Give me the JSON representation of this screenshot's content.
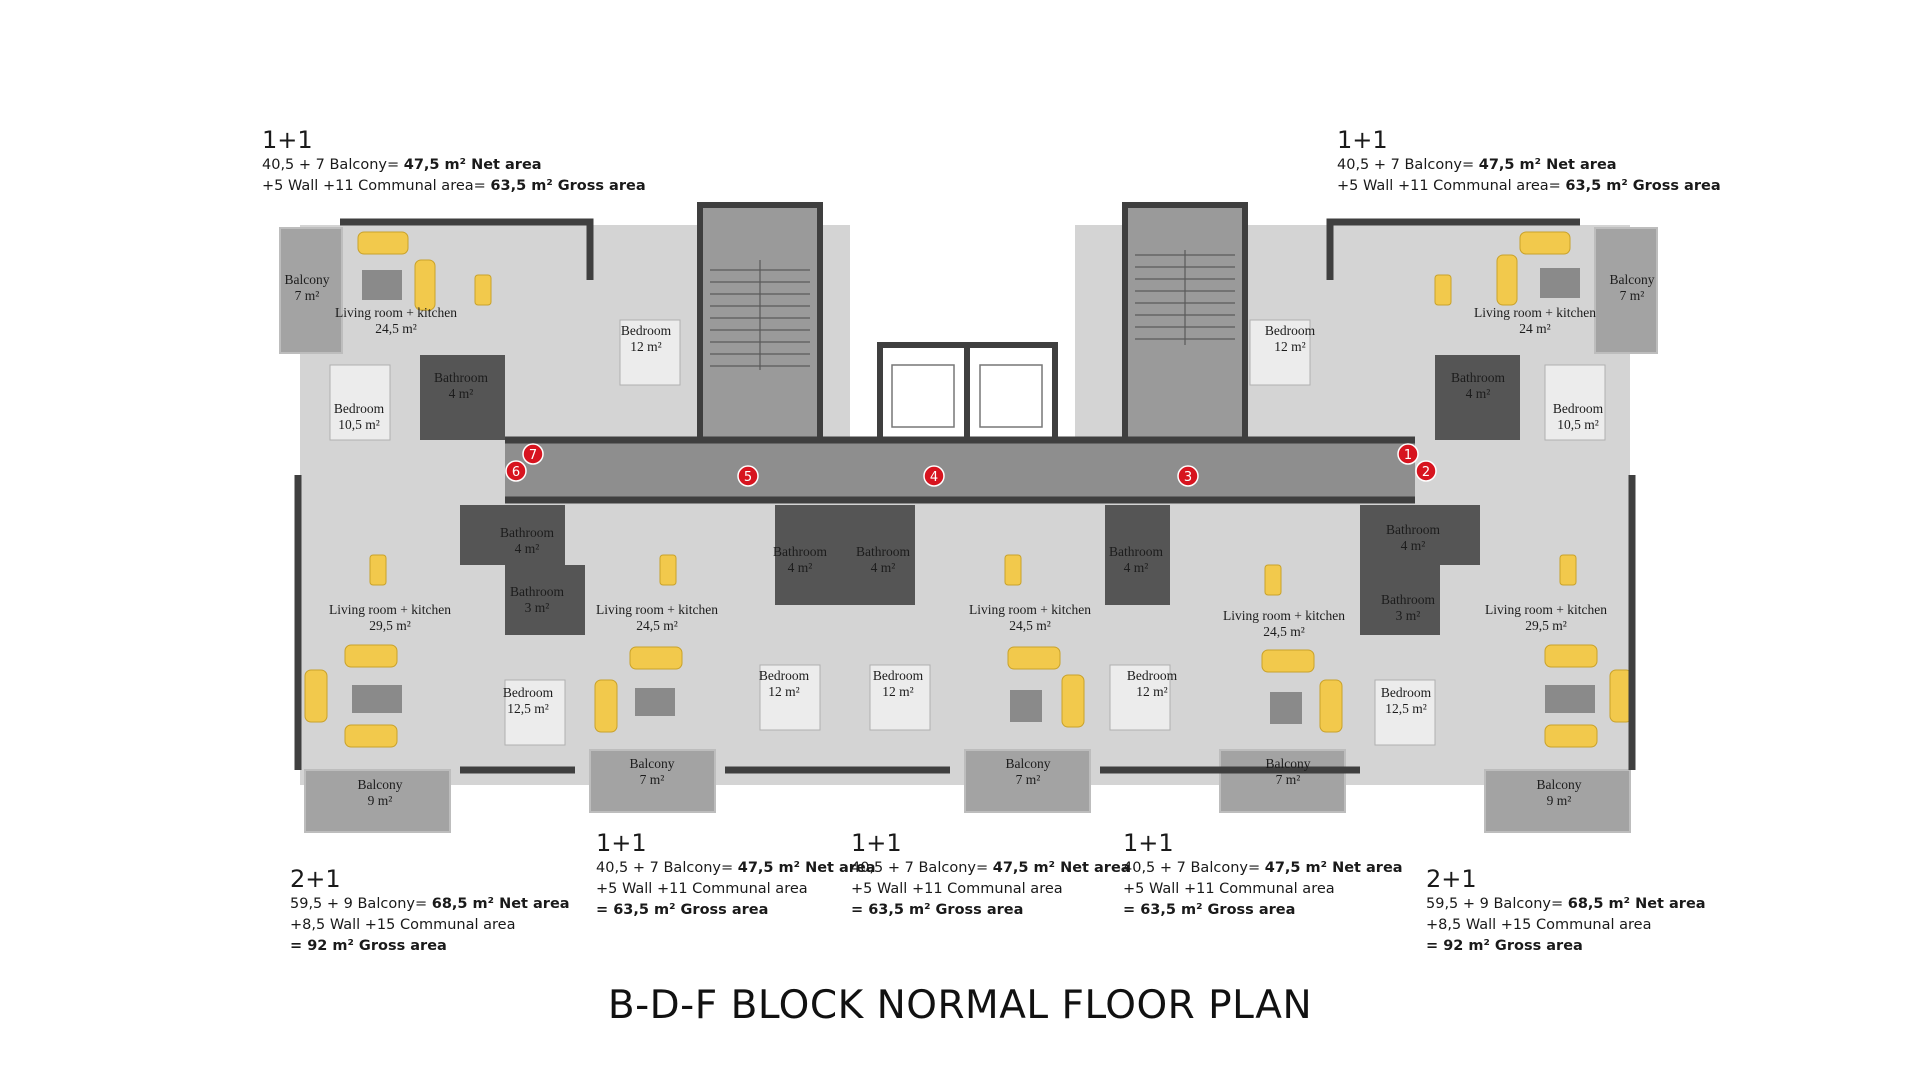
{
  "title": "B-D-F BLOCK NORMAL FLOOR PLAN",
  "colors": {
    "wall": "#3f3f3f",
    "floor": "#d4d4d4",
    "balcony": "#a3a3a3",
    "corridor": "#8e8e8e",
    "furniture": "#f2c94c",
    "marker": "#d7141f"
  },
  "rooms": {
    "tl_balcony": [
      "Balcony",
      "7 m²"
    ],
    "tl_living": [
      "Living room + kitchen",
      "24,5 m²"
    ],
    "tl_bed_a": [
      "Bedroom",
      "12 m²"
    ],
    "tl_bath": [
      "Bathroom",
      "4 m²"
    ],
    "tl_bed_b": [
      "Bedroom",
      "10,5 m²"
    ],
    "tr_balcony": [
      "Balcony",
      "7 m²"
    ],
    "tr_living": [
      "Living room + kitchen",
      "24 m²"
    ],
    "tr_bed_a": [
      "Bedroom",
      "12 m²"
    ],
    "tr_bath": [
      "Bathroom",
      "4 m²"
    ],
    "tr_bed_b": [
      "Bedroom",
      "10,5 m²"
    ],
    "bl_bath_a": [
      "Bathroom",
      "4 m²"
    ],
    "bl_bath_b": [
      "Bathroom",
      "3 m²"
    ],
    "bl_living": [
      "Living room + kitchen",
      "29,5 m²"
    ],
    "bl_bed": [
      "Bedroom",
      "12,5 m²"
    ],
    "bl_balcony": [
      "Balcony",
      "9 m²"
    ],
    "b2_living": [
      "Living room + kitchen",
      "24,5 m²"
    ],
    "b2_balcony": [
      "Balcony",
      "7 m²"
    ],
    "b2_bath": [
      "Bathroom",
      "4 m²"
    ],
    "b2_bed": [
      "Bedroom",
      "12 m²"
    ],
    "b3_bath": [
      "Bathroom",
      "4 m²"
    ],
    "b3_bed": [
      "Bedroom",
      "12 m²"
    ],
    "b3_living": [
      "Living room + kitchen",
      "24,5 m²"
    ],
    "b3_balcony": [
      "Balcony",
      "7 m²"
    ],
    "b4_bath": [
      "Bathroom",
      "4 m²"
    ],
    "b4_bed": [
      "Bedroom",
      "12 m²"
    ],
    "b4_living": [
      "Living room + kitchen",
      "24,5 m²"
    ],
    "b4_balcony": [
      "Balcony",
      "7 m²"
    ],
    "br_bath_a": [
      "Bathroom",
      "4 m²"
    ],
    "br_bath_b": [
      "Bathroom",
      "3 m²"
    ],
    "br_bed": [
      "Bedroom",
      "12,5 m²"
    ],
    "br_living": [
      "Living room + kitchen",
      "29,5 m²"
    ],
    "br_balcony": [
      "Balcony",
      "9 m²"
    ]
  },
  "markers": [
    "1",
    "2",
    "3",
    "4",
    "5",
    "6",
    "7"
  ],
  "units": {
    "top_left": {
      "type": "1+1",
      "line1": "40,5 + 7 Balcony=",
      "line1_bold": "47,5 m² Net area",
      "line2": "+5 Wall +11 Communal area=",
      "line2_bold": "63,5 m² Gross area"
    },
    "top_right": {
      "type": "1+1",
      "line1": "40,5 + 7 Balcony=",
      "line1_bold": "47,5 m² Net area",
      "line2": "+5 Wall +11 Communal area=",
      "line2_bold": "63,5 m² Gross area"
    },
    "bottom_left": {
      "type": "2+1",
      "line1": "59,5 + 9 Balcony=",
      "line1_bold": "68,5 m² Net area",
      "line2": "+8,5 Wall +15 Communal area",
      "line3_bold": "= 92 m² Gross area"
    },
    "bottom_mid_1": {
      "type": "1+1",
      "line1": "40,5 + 7 Balcony=",
      "line1_bold": "47,5 m² Net area",
      "line2": "+5 Wall +11 Communal area",
      "line3_bold": "= 63,5 m² Gross area"
    },
    "bottom_mid_2": {
      "type": "1+1",
      "line1": "40,5 + 7 Balcony=",
      "line1_bold": "47,5 m² Net area",
      "line2": "+5 Wall +11 Communal area",
      "line3_bold": "= 63,5 m² Gross area"
    },
    "bottom_mid_3": {
      "type": "1+1",
      "line1": "40,5 + 7 Balcony=",
      "line1_bold": "47,5 m² Net area",
      "line2": "+5 Wall +11 Communal area",
      "line3_bold": "= 63,5 m² Gross area"
    },
    "bottom_right": {
      "type": "2+1",
      "line1": "59,5 + 9 Balcony=",
      "line1_bold": "68,5 m² Net area",
      "line2": "+8,5 Wall +15 Communal area",
      "line3_bold": "= 92 m² Gross area"
    }
  }
}
